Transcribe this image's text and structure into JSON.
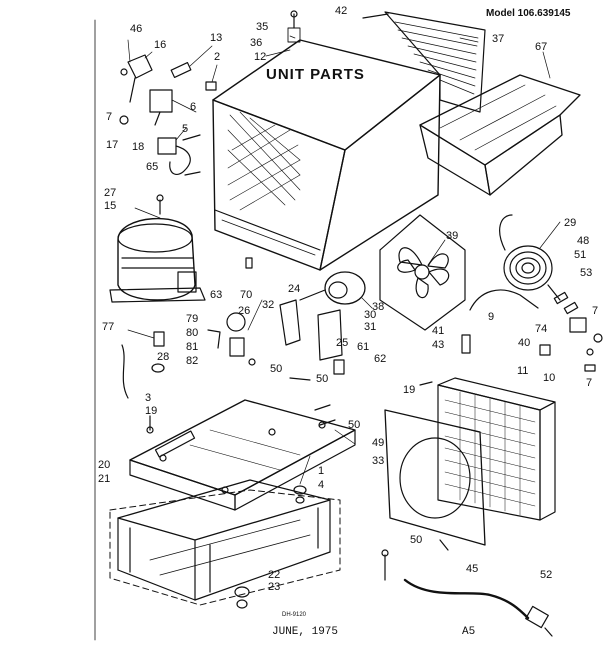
{
  "header": {
    "model": "Model 106.639145",
    "title": "UNIT PARTS"
  },
  "footer": {
    "date": "JUNE, 1975",
    "page": "A5",
    "drawing_code": "DH-9120"
  },
  "callouts": [
    "46",
    "16",
    "13",
    "2",
    "7",
    "6",
    "17",
    "18",
    "5",
    "65",
    "35",
    "36",
    "12",
    "42",
    "37",
    "67",
    "27",
    "15",
    "77",
    "3",
    "19",
    "70",
    "63",
    "26",
    "32",
    "24",
    "30",
    "31",
    "79",
    "80",
    "81",
    "82",
    "28",
    "25",
    "61",
    "62",
    "38",
    "39",
    "29",
    "48",
    "51",
    "53",
    "7",
    "74",
    "9",
    "41",
    "43",
    "40",
    "11",
    "10",
    "7",
    "50",
    "50",
    "50",
    "19",
    "49",
    "20",
    "21",
    "1",
    "4",
    "33",
    "22",
    "23",
    "50",
    "45",
    "52"
  ]
}
